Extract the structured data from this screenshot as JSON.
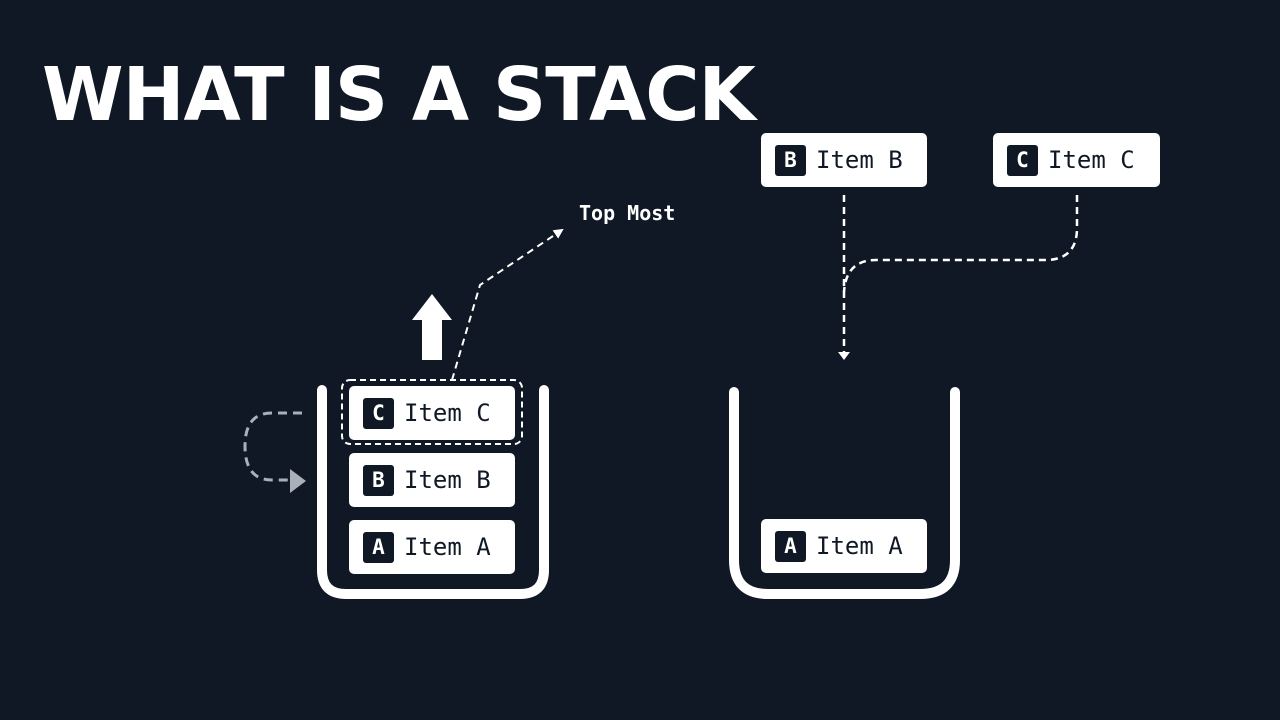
{
  "title": "WHAT IS A STACK",
  "annotation": "Top Most",
  "left_stack": {
    "items": [
      {
        "badge": "C",
        "label": "Item C"
      },
      {
        "badge": "B",
        "label": "Item B"
      },
      {
        "badge": "A",
        "label": "Item A"
      }
    ]
  },
  "right_stack": {
    "items": [
      {
        "badge": "A",
        "label": "Item A"
      }
    ]
  },
  "incoming": [
    {
      "badge": "B",
      "label": "Item B"
    },
    {
      "badge": "C",
      "label": "Item C"
    }
  ],
  "colors": {
    "background": "#0f1824",
    "foreground": "#ffffff",
    "muted": "#aab0b8"
  }
}
